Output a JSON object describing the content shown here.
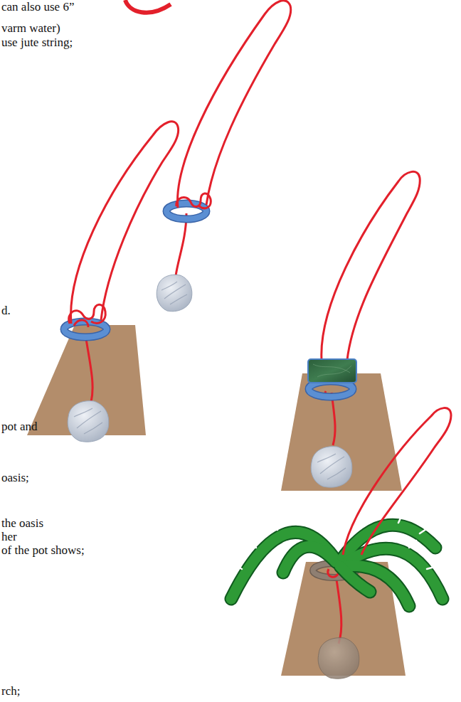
{
  "diagram": {
    "labels": [
      "can also use 6”",
      "varm water)",
      "use jute string;",
      "d.",
      "pot and",
      "oasis;",
      "the oasis",
      "her",
      "of the pot shows;",
      "rch;"
    ]
  }
}
